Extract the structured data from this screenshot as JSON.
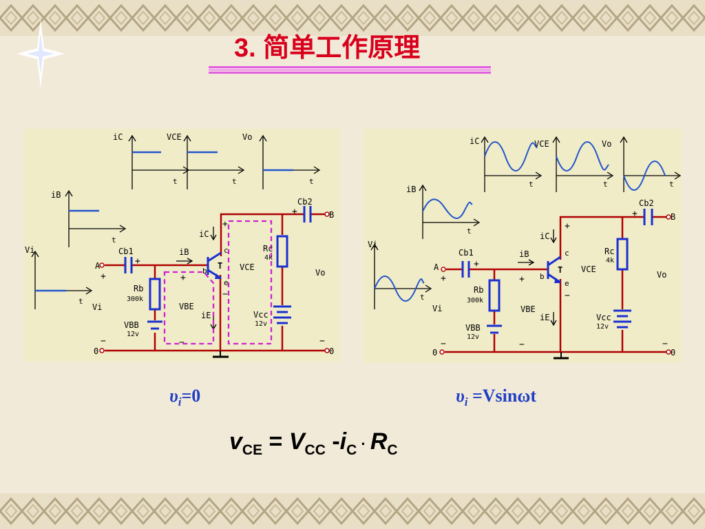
{
  "slide": {
    "title": "3.  简单工作原理"
  },
  "left_panel": {
    "graph_labels": {
      "ic": "iC",
      "vce": "VCE",
      "vo": "Vo",
      "ib": "iB",
      "vi": "Vi",
      "t": "t"
    },
    "circuit": {
      "cb1": "Cb1",
      "cb2": "Cb2",
      "rb": "Rb",
      "rb_value": "300k",
      "rc": "Rc",
      "rc_value": "4k",
      "vbb": "VBB",
      "vbb_value": "12v",
      "vcc": "Vcc",
      "vcc_value": "12v",
      "node_a": "A",
      "node_b": "B",
      "ground": "0",
      "ib_label": "iB",
      "ic_label": "iC",
      "ie_label": "iE",
      "vbe": "VBE",
      "vce": "VCE",
      "vi": "Vi",
      "vo": "Vo",
      "transistor": "T",
      "pin_b": "b",
      "pin_c": "c",
      "pin_e": "e",
      "plus": "+",
      "minus": "−"
    },
    "condition": {
      "symbol": "υ",
      "subscript": "i",
      "equals": "=0"
    }
  },
  "right_panel": {
    "graph_labels": {
      "ic": "iC",
      "vce": "VCE",
      "vo": "Vo",
      "ib": "iB",
      "vi": "Vi",
      "t": "t"
    },
    "circuit": {
      "cb1": "Cb1",
      "cb2": "Cb2",
      "rb": "Rb",
      "rb_value": "300k",
      "rc": "Rc",
      "rc_value": "4k",
      "vbb": "VBB",
      "vbb_value": "12v",
      "vcc": "Vcc",
      "vcc_value": "12v",
      "node_a": "A",
      "node_b": "B",
      "ground": "0",
      "ib_label": "iB",
      "ic_label": "iC",
      "ie_label": "iE",
      "vbe": "VBE",
      "vce": "VCE",
      "vi": "Vi",
      "vo": "Vo",
      "transistor": "T",
      "pin_b": "b",
      "pin_c": "c",
      "pin_e": "e",
      "plus": "+",
      "minus": "−"
    },
    "condition": {
      "symbol": "υ",
      "subscript": "i",
      "equals": " =Vsinωt"
    }
  },
  "formula": {
    "lhs_var": "v",
    "lhs_sub": "CE",
    "eq": " =  ",
    "vcc_var": "V",
    "vcc_sub": "CC",
    "minus": " -",
    "ic_var": "i",
    "ic_sub": "C",
    "dot": " · ",
    "rc_var": "R",
    "rc_sub": "C"
  },
  "colors": {
    "title": "#d8001c",
    "wire": "#b00000",
    "signal": "#2255cc",
    "dashed_loop": "#d020d0",
    "condition_text": "#1f3fc6",
    "panel_bg": "#f0ecc8"
  }
}
